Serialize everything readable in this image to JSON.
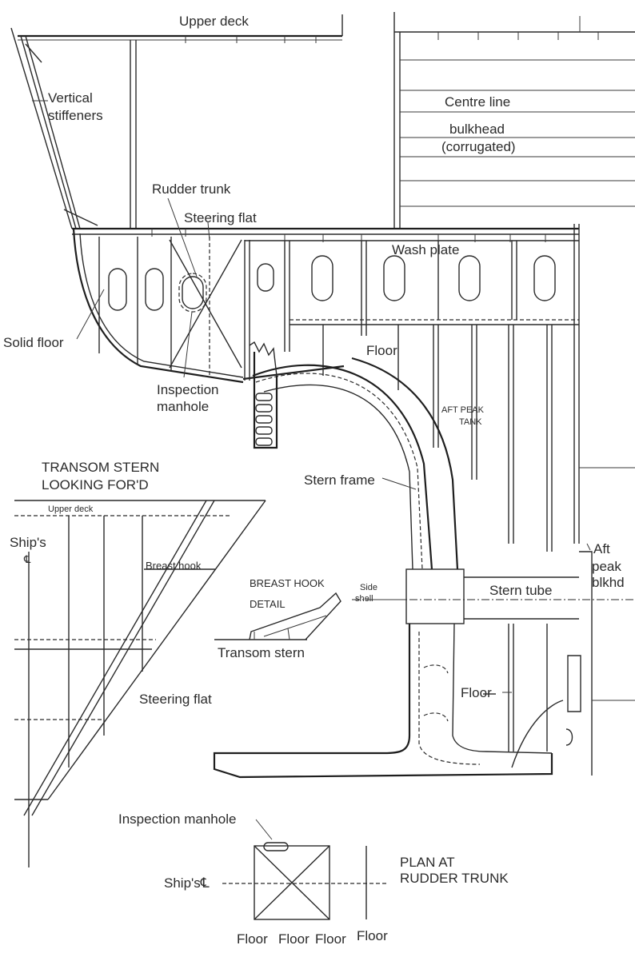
{
  "labels": {
    "upper_deck": "Upper deck",
    "vertical_stiffeners_1": "Vertical",
    "vertical_stiffeners_2": "stiffeners",
    "centre_line_1": "Centre line",
    "centre_line_2": "bulkhead",
    "centre_line_3": "(corrugated)",
    "rudder_trunk": "Rudder trunk",
    "steering_flat": "Steering flat",
    "wash_plate": "Wash plate",
    "solid_floor": "Solid floor",
    "floor_1": "Floor",
    "inspection_manhole_1": "Inspection",
    "inspection_manhole_2": "manhole",
    "aft_peak_tank_1": "AFT  PEAK",
    "aft_peak_tank_2": "TANK",
    "transom_title_1": "TRANSOM STERN",
    "transom_title_2": "LOOKING FOR'D",
    "stern_frame": "Stern frame",
    "upper_deck_small": "Upper deck",
    "ships_cl_1": "Ship's",
    "ships_cl_2": "℄",
    "breast_hook": "Breast hook",
    "breast_hook_detail_1": "BREAST HOOK",
    "breast_hook_detail_2": "DETAIL",
    "side_shell_1": "Side",
    "side_shell_2": "shell",
    "aft_peak_1": "Aft",
    "aft_peak_2": "peak",
    "aft_peak_3": "blkhd",
    "stern_tube": "Stern tube",
    "transom_stern": "Transom stern",
    "floor_2": "Floor",
    "steering_flat_2": "Steering flat",
    "inspection_manhole_plan": "Inspection manhole",
    "ships_cl_plan": "Ship's℄",
    "plan_title_1": "PLAN AT",
    "plan_title_2": "RUDDER TRUNK",
    "plan_floor_1": "Floor",
    "plan_floor_2": "Floor",
    "plan_floor_3": "Floor",
    "plan_floor_4": "Floor"
  }
}
